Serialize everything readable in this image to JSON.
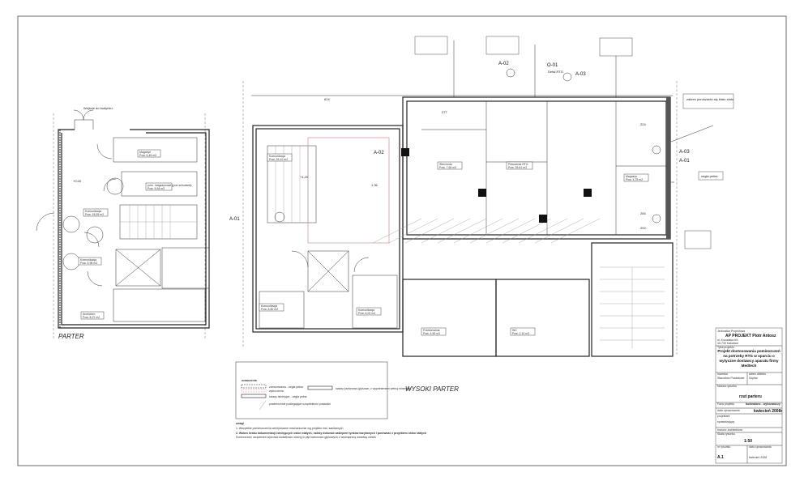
{
  "plans": {
    "parter_label": "PARTER",
    "wysoki_parter_label": "WYSOKI PARTER",
    "entrance_label": "Wejście do budynku",
    "table_range_label": "zakres poruszania się blatu stołu",
    "brick_label": "cegła pełna",
    "detail_label": "O-01",
    "detail_sub": "Detal RTG",
    "section_tags": [
      "A-01",
      "A-02",
      "A-03",
      "A-01",
      "A-02",
      "A-03"
    ],
    "room_tags_left": [
      {
        "name": "Komunikacja",
        "area": "Pow. 18,35 m2"
      },
      {
        "name": "Magazyn",
        "area": "Pow. 6,45 m2"
      },
      {
        "name": "pom. magazynowe (pod schodami)",
        "area": "Pow. 5,54 m2"
      },
      {
        "name": "Komunikacja",
        "area": "Pow. 5,98 m2"
      },
      {
        "name": "Archiwum",
        "area": "Pow. 8,37 m2"
      }
    ],
    "room_tags_right": [
      {
        "name": "Komunikacja",
        "area": "Pow. 26,10 m2"
      },
      {
        "name": "Komunikacja",
        "area": "Pow. 8,80 m2"
      },
      {
        "name": "Komunikacja",
        "area": "Pow. 6,02 m2"
      },
      {
        "name": "Pracownia RTG",
        "area": "Pow. 26,61 m2"
      },
      {
        "name": "Sterownia",
        "area": "Pow. 7,60 m2"
      },
      {
        "name": "Przebieralnia",
        "area": "Pow. 4,50 m2"
      },
      {
        "name": "WC",
        "area": "Pow. 2,10 m2"
      },
      {
        "name": "Magazyn",
        "area": "Pow. 4,75 m2"
      }
    ],
    "dimensions": [
      "624",
      "277",
      "224",
      "284",
      "292",
      "1.36",
      "+0,00",
      "+1,20"
    ]
  },
  "legend": {
    "title": "oznaczenia",
    "items": [
      "zamurowania - cegła pełna",
      "wyburzenia",
      "ściany istniejące - cegła pełna",
      "powierzchnie podlegające uzupełnieniu posadzki",
      "ściany kartonowo-gipsowe, z wypełnieniem wełną mineralną"
    ]
  },
  "notes": {
    "title": "uwagi",
    "lines": [
      "1. Wszystkie pomieszczenia wentylowane mechanicznie wg projektu inst. sanitarnych",
      "2. Wobec braku dokumentacji istniejących osłon stałych, należy dokonać zaślepień tynków barytowych i porównać z projektem osłon stałych",
      "Konieczność uzupełnień wykonać dodatkowo osłony w płyt kartonowo-gipsowych z wewnętrzną warstwą ołowiu"
    ]
  },
  "title_block": {
    "firm_label": "Jednostka Projektowa",
    "firm": "AP PROJEKT Piotr Antosz",
    "address1": "ul. Kocudska 6/1",
    "address2": "40-730 Katowice",
    "project_label": "Tytuł projektu",
    "project": "Projekt dostosowania pomieszczeń na potrzeby RTG w oparciu o wytyczne dostawcy aparatu firmy Medtech",
    "investor_label": "Inwestor",
    "investor": "Starostwo Powiatowe",
    "site_label": "adres obiektu",
    "site": "Szpital",
    "drawing_label": "Nazwa rysunku",
    "drawing": "rzut parteru",
    "phase_label": "Faza projektu",
    "phase": "budowlano - wykonawczy",
    "date_label": "data opracowania",
    "date": "kwiecień 2008r",
    "designer_label": "projektant",
    "checker_label": "sprawdzający",
    "branch_label": "branża: architektura",
    "scale_label": "Skala rysunku",
    "scale": "1:50",
    "number_label": "nr rysunku",
    "number": "A.1",
    "date2_label": "data opracowania",
    "date2": "kwiecień 2008"
  }
}
